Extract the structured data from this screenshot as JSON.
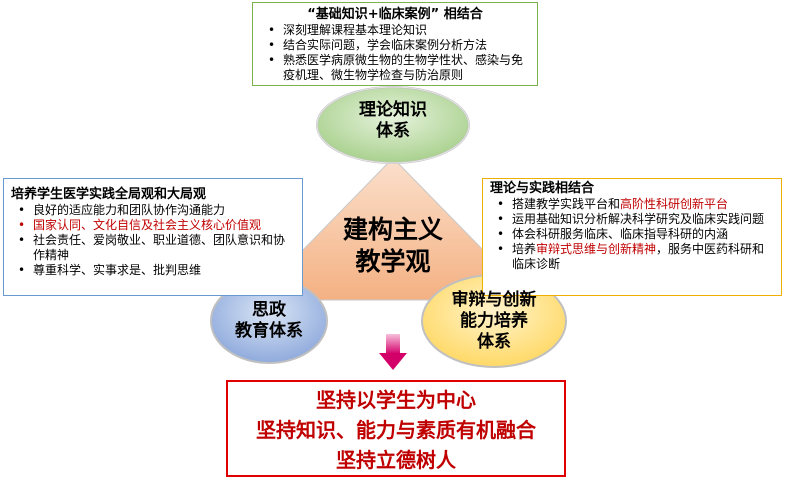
{
  "top_box": {
    "title": "“基础知识+临床案例” 相结合",
    "items": [
      "深刻理解课程基本理论知识",
      "结合实际问题，学会临床案例分析方法",
      "熟悉医学病原微生物的生物学性状、感染与免疫机理、微生物学检查与防治原则"
    ]
  },
  "left_box": {
    "title": "培养学生医学实践全局观和大局观",
    "items": [
      {
        "text": "良好的适应能力和团队协作沟通能力",
        "highlight": false
      },
      {
        "text": "国家认同、文化自信及社会主义核心价值观",
        "highlight": true
      },
      {
        "text": "社会责任、爱岗敬业、职业道德、团队意识和协作精神",
        "highlight": false
      },
      {
        "text": "尊重科学、实事求是、批判思维",
        "highlight": false
      }
    ]
  },
  "right_box": {
    "title": "理论与实践相结合",
    "item1_pre": "搭建教学实践平台和",
    "item1_red": "高阶性科研创新平台",
    "item2": "运用基础知识分析解决科学研究及临床实践问题",
    "item3": "体会科研服务临床、临床指导科研的内涵",
    "item4_pre": "培养",
    "item4_red": "审辩式思维与创新精神",
    "item4_post": "，服务中医药科研和临床诊断"
  },
  "circles": {
    "top": "理论知识体系",
    "center": "建构主义教学观",
    "left": "思政教育体系",
    "right": "审辩与创新能力培养体系"
  },
  "bottom": {
    "line1": "坚持以学生为中心",
    "line2": "坚持知识、能力与素质有机融合",
    "line3": "坚持立德树人"
  },
  "colors": {
    "top_circle": "#a9d18e",
    "left_circle": "#8faadc",
    "right_circle": "#ffd966",
    "triangle": "#f4b183",
    "arrow": "#d4006a",
    "red_text": "#c00000"
  }
}
